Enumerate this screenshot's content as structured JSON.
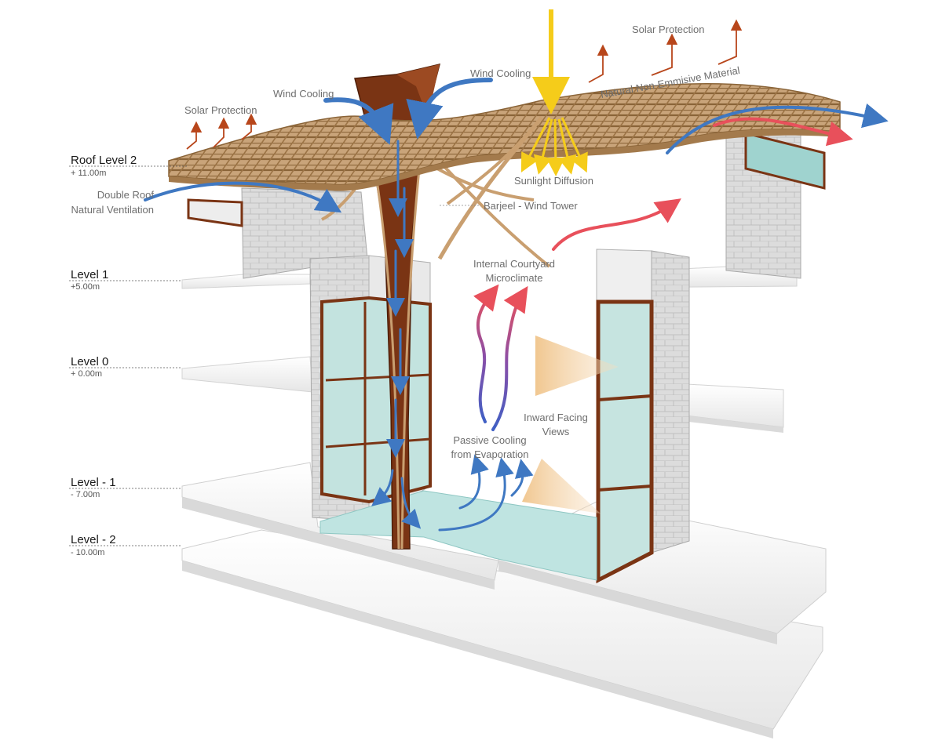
{
  "levels": [
    {
      "name": "Roof Level 2",
      "elevation": "+ 11.00m"
    },
    {
      "name": "Level 1",
      "elevation": "+5.00m"
    },
    {
      "name": "Level 0",
      "elevation": "+ 0.00m"
    },
    {
      "name": "Level - 1",
      "elevation": "- 7.00m"
    },
    {
      "name": "Level - 2",
      "elevation": "- 10.00m"
    }
  ],
  "annotations": {
    "solar_protection_left": "Solar Protection",
    "solar_protection_right": "Solar Protection",
    "wind_cooling_left": "Wind Cooling",
    "wind_cooling_right": "Wind Cooling",
    "natural_material": "Natural Non-Emmisive Material",
    "double_roof_line1": "Double Roof",
    "double_roof_line2": "Natural Ventilation",
    "sunlight_diffusion": "Sunlight Diffusion",
    "barjeel": "Barjeel - Wind Tower",
    "courtyard_line1": "Internal Courtyard",
    "courtyard_line2": "Microclimate",
    "inward_line1": "Inward Facing",
    "inward_line2": "Views",
    "passive_line1": "Passive Cooling",
    "passive_line2": "from Evaporation"
  },
  "colors": {
    "wind": "#3f78c2",
    "hot_air": "#e8505b",
    "sunlight": "#f5cc1a",
    "solar_arrow": "#b8461b",
    "timber": "#b48a5e",
    "corten": "#7a3414",
    "stone": "#d8d8d8",
    "glass": "#bfe0dc",
    "slab": "#f4f4f4"
  },
  "icons": {
    "wind_arrow": "wind-arrow-icon",
    "hot_air_arrow": "hot-air-arrow-icon",
    "sun_ray": "sun-ray-icon",
    "solar_arrow": "solar-reflect-arrow-icon"
  }
}
